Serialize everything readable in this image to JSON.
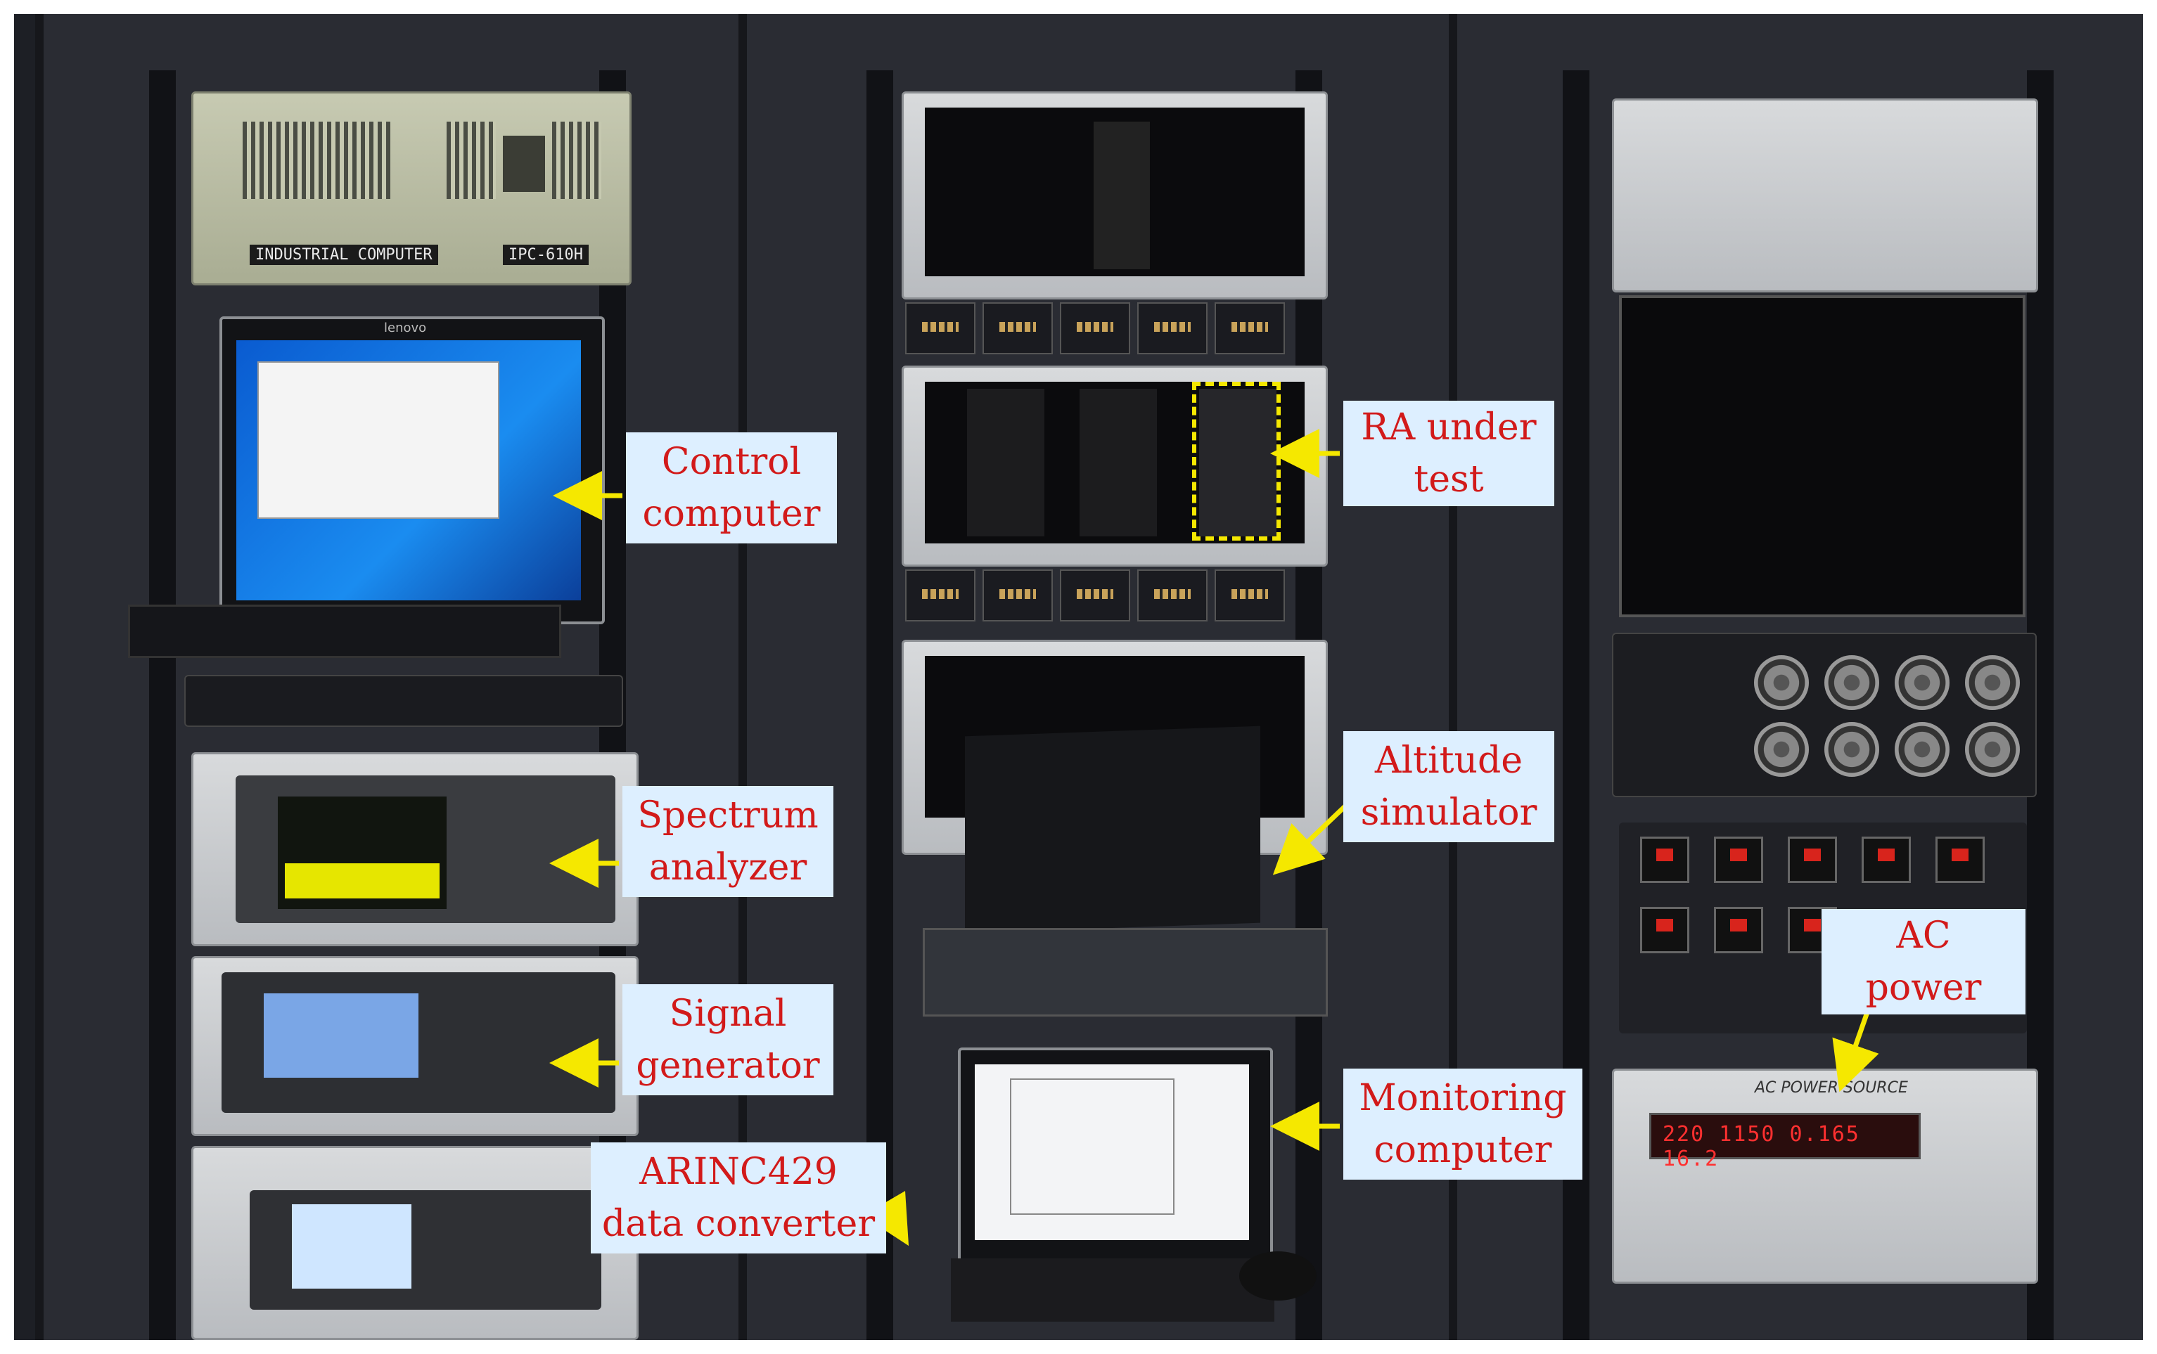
{
  "labels": {
    "control_computer": "Control\ncomputer",
    "spectrum_analyzer": "Spectrum\nanalyzer",
    "signal_generator": "Signal\ngenerator",
    "arinc429": "ARINC429\ndata converter",
    "ra_under_test": "RA under\ntest",
    "altitude_simulator": "Altitude\nsimulator",
    "monitoring_computer": "Monitoring\ncomputer",
    "ac_power": "AC\npower"
  },
  "equipment_text": {
    "industrial_computer": "INDUSTRIAL COMPUTER",
    "ipc_model": "IPC-610H",
    "monitor_brand": "lenovo",
    "ac_power_source": "AC POWER SOURCE",
    "ac_display": "220  1150  0.165  16.2"
  },
  "colors": {
    "label_bg": "#ddefff",
    "label_text": "#d21a1a",
    "arrow": "#f5e800"
  }
}
